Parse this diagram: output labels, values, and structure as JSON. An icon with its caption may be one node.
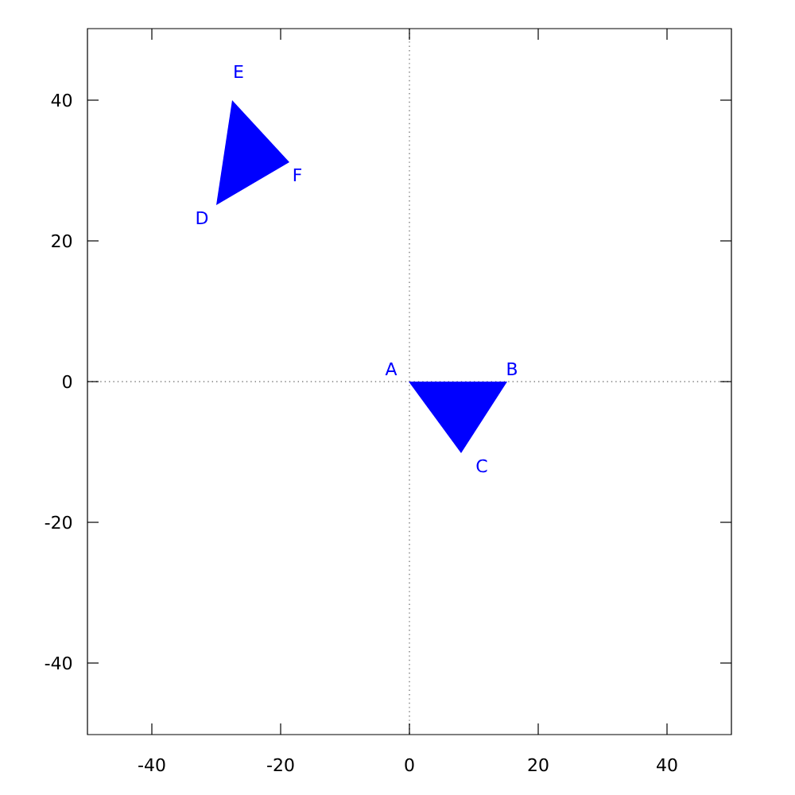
{
  "diagram": {
    "nodes": [
      {
        "text": [],
        "shape": "triangle",
        "beside": [
          "A",
          "B",
          "C"
        ]
      },
      {
        "text": [],
        "shape": "triangle",
        "beside": [
          "D",
          "E",
          "F"
        ]
      }
    ],
    "labels": [
      "40",
      "20",
      "0",
      "-20",
      "-40",
      "-40",
      "-20",
      "0",
      "20",
      "40"
    ]
  }
}
